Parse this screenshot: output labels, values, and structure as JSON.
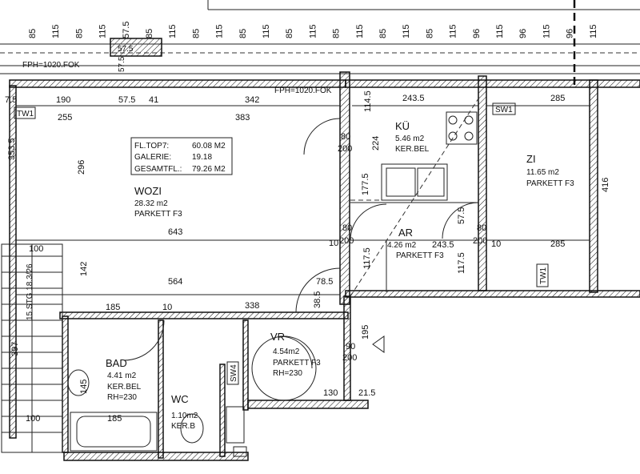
{
  "top_dims": [
    "85",
    "115",
    "85",
    "115",
    "57.5",
    "85",
    "115",
    "85",
    "115",
    "85",
    "115",
    "85",
    "115",
    "85",
    "115",
    "85",
    "115",
    "85",
    "115",
    "96",
    "115",
    "96",
    "115",
    "96",
    "115"
  ],
  "fph_left": "FPH=1020.FOK",
  "fph_mid": "FPH=1020.FOK",
  "col_575_a": "57.5",
  "col_575_b": "57.5",
  "dims": {
    "d75": "7.5",
    "d190": "190",
    "d575": "57.5",
    "d41": "41",
    "d342": "342",
    "d1145": "114.5",
    "d2435": "243.5",
    "d285": "285",
    "d255": "255",
    "d383": "383",
    "d3535": "353.5",
    "d296": "296",
    "d80a": "80",
    "d200a": "200",
    "d224": "224",
    "d1775": "177.5",
    "d416": "416",
    "d643": "643",
    "d10a": "10",
    "d80b": "80",
    "d200b": "200",
    "d575b": "57.5",
    "d80c": "80",
    "d200c": "200",
    "d10b": "10",
    "d285b": "285",
    "d2435b": "243.5",
    "d1175": "117.5",
    "d1175b": "117.5",
    "d100": "100",
    "d142": "142",
    "d564": "564",
    "d785": "78.5",
    "d185": "185",
    "d10c": "10",
    "d338": "338",
    "d385": "38.5",
    "d397": "397",
    "d145": "145",
    "d100b": "100",
    "d185b": "185",
    "d195": "195",
    "d90": "90",
    "d200d": "200",
    "d130": "130",
    "d215": "21.5"
  },
  "area_box": {
    "row1_label": "FL.TOP7:",
    "row1_value": "60.08 M2",
    "row2_label": "GALERIE:",
    "row2_value": "19.18",
    "row3_label": "GESAMTFL.:",
    "row3_value": "79.26 M2"
  },
  "rooms": {
    "wozi": {
      "name": "WOZI",
      "area": "28.32 m2",
      "floor": "PARKETT F3"
    },
    "ku": {
      "name": "KÜ",
      "area": "5.46 m2",
      "floor": "KER.BEL"
    },
    "zi": {
      "name": "ZI",
      "area": "11.65 m2",
      "floor": "PARKETT F3"
    },
    "ar": {
      "name": "AR",
      "area": "4.26 m2",
      "floor": "PARKETT F3"
    },
    "bad": {
      "name": "BAD",
      "area": "4.41 m2",
      "floor": "KER.BEL",
      "rh": "RH=230"
    },
    "wc": {
      "name": "WC",
      "area": "1.10m2",
      "floor": "KER.B"
    },
    "vr": {
      "name": "VR",
      "area": "4.54m2",
      "floor": "PARKETT F3",
      "rh": "RH=230"
    }
  },
  "tags": {
    "tw1_left": "TW1",
    "sw1": "SW1",
    "tw1_right": "TW1",
    "sw4": "SW4",
    "stg": "15 STG 18.3/26"
  }
}
